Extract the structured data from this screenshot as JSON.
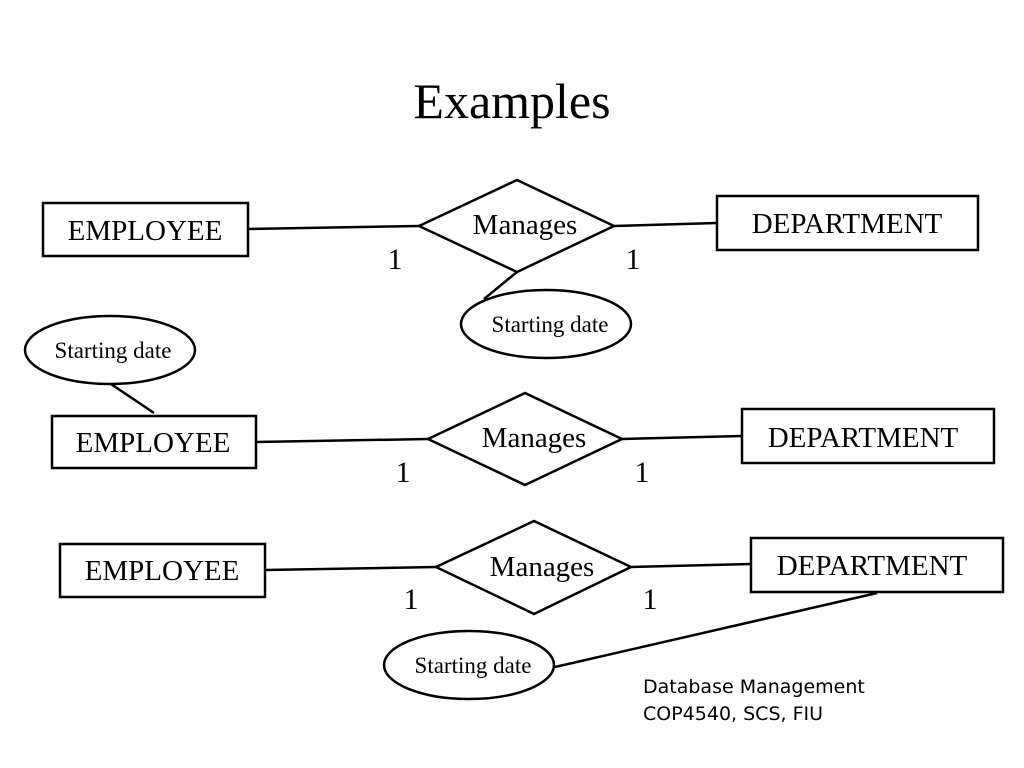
{
  "slide": {
    "title": "Examples"
  },
  "diagrams": [
    {
      "entity_left": "EMPLOYEE",
      "relationship": "Manages",
      "entity_right": "DEPARTMENT",
      "cardinality_left": "1",
      "cardinality_right": "1",
      "attribute": "Starting date",
      "attribute_attached_to": "Manages"
    },
    {
      "entity_left": "EMPLOYEE",
      "relationship": "Manages",
      "entity_right": "DEPARTMENT",
      "cardinality_left": "1",
      "cardinality_right": "1",
      "attribute": "Starting date",
      "attribute_attached_to": "EMPLOYEE"
    },
    {
      "entity_left": "EMPLOYEE",
      "relationship": "Manages",
      "entity_right": "DEPARTMENT",
      "cardinality_left": "1",
      "cardinality_right": "1",
      "attribute": "Starting date",
      "attribute_attached_to": "DEPARTMENT"
    }
  ],
  "footer": {
    "line1": "Database Management",
    "line2": "COP4540, SCS, FIU"
  }
}
